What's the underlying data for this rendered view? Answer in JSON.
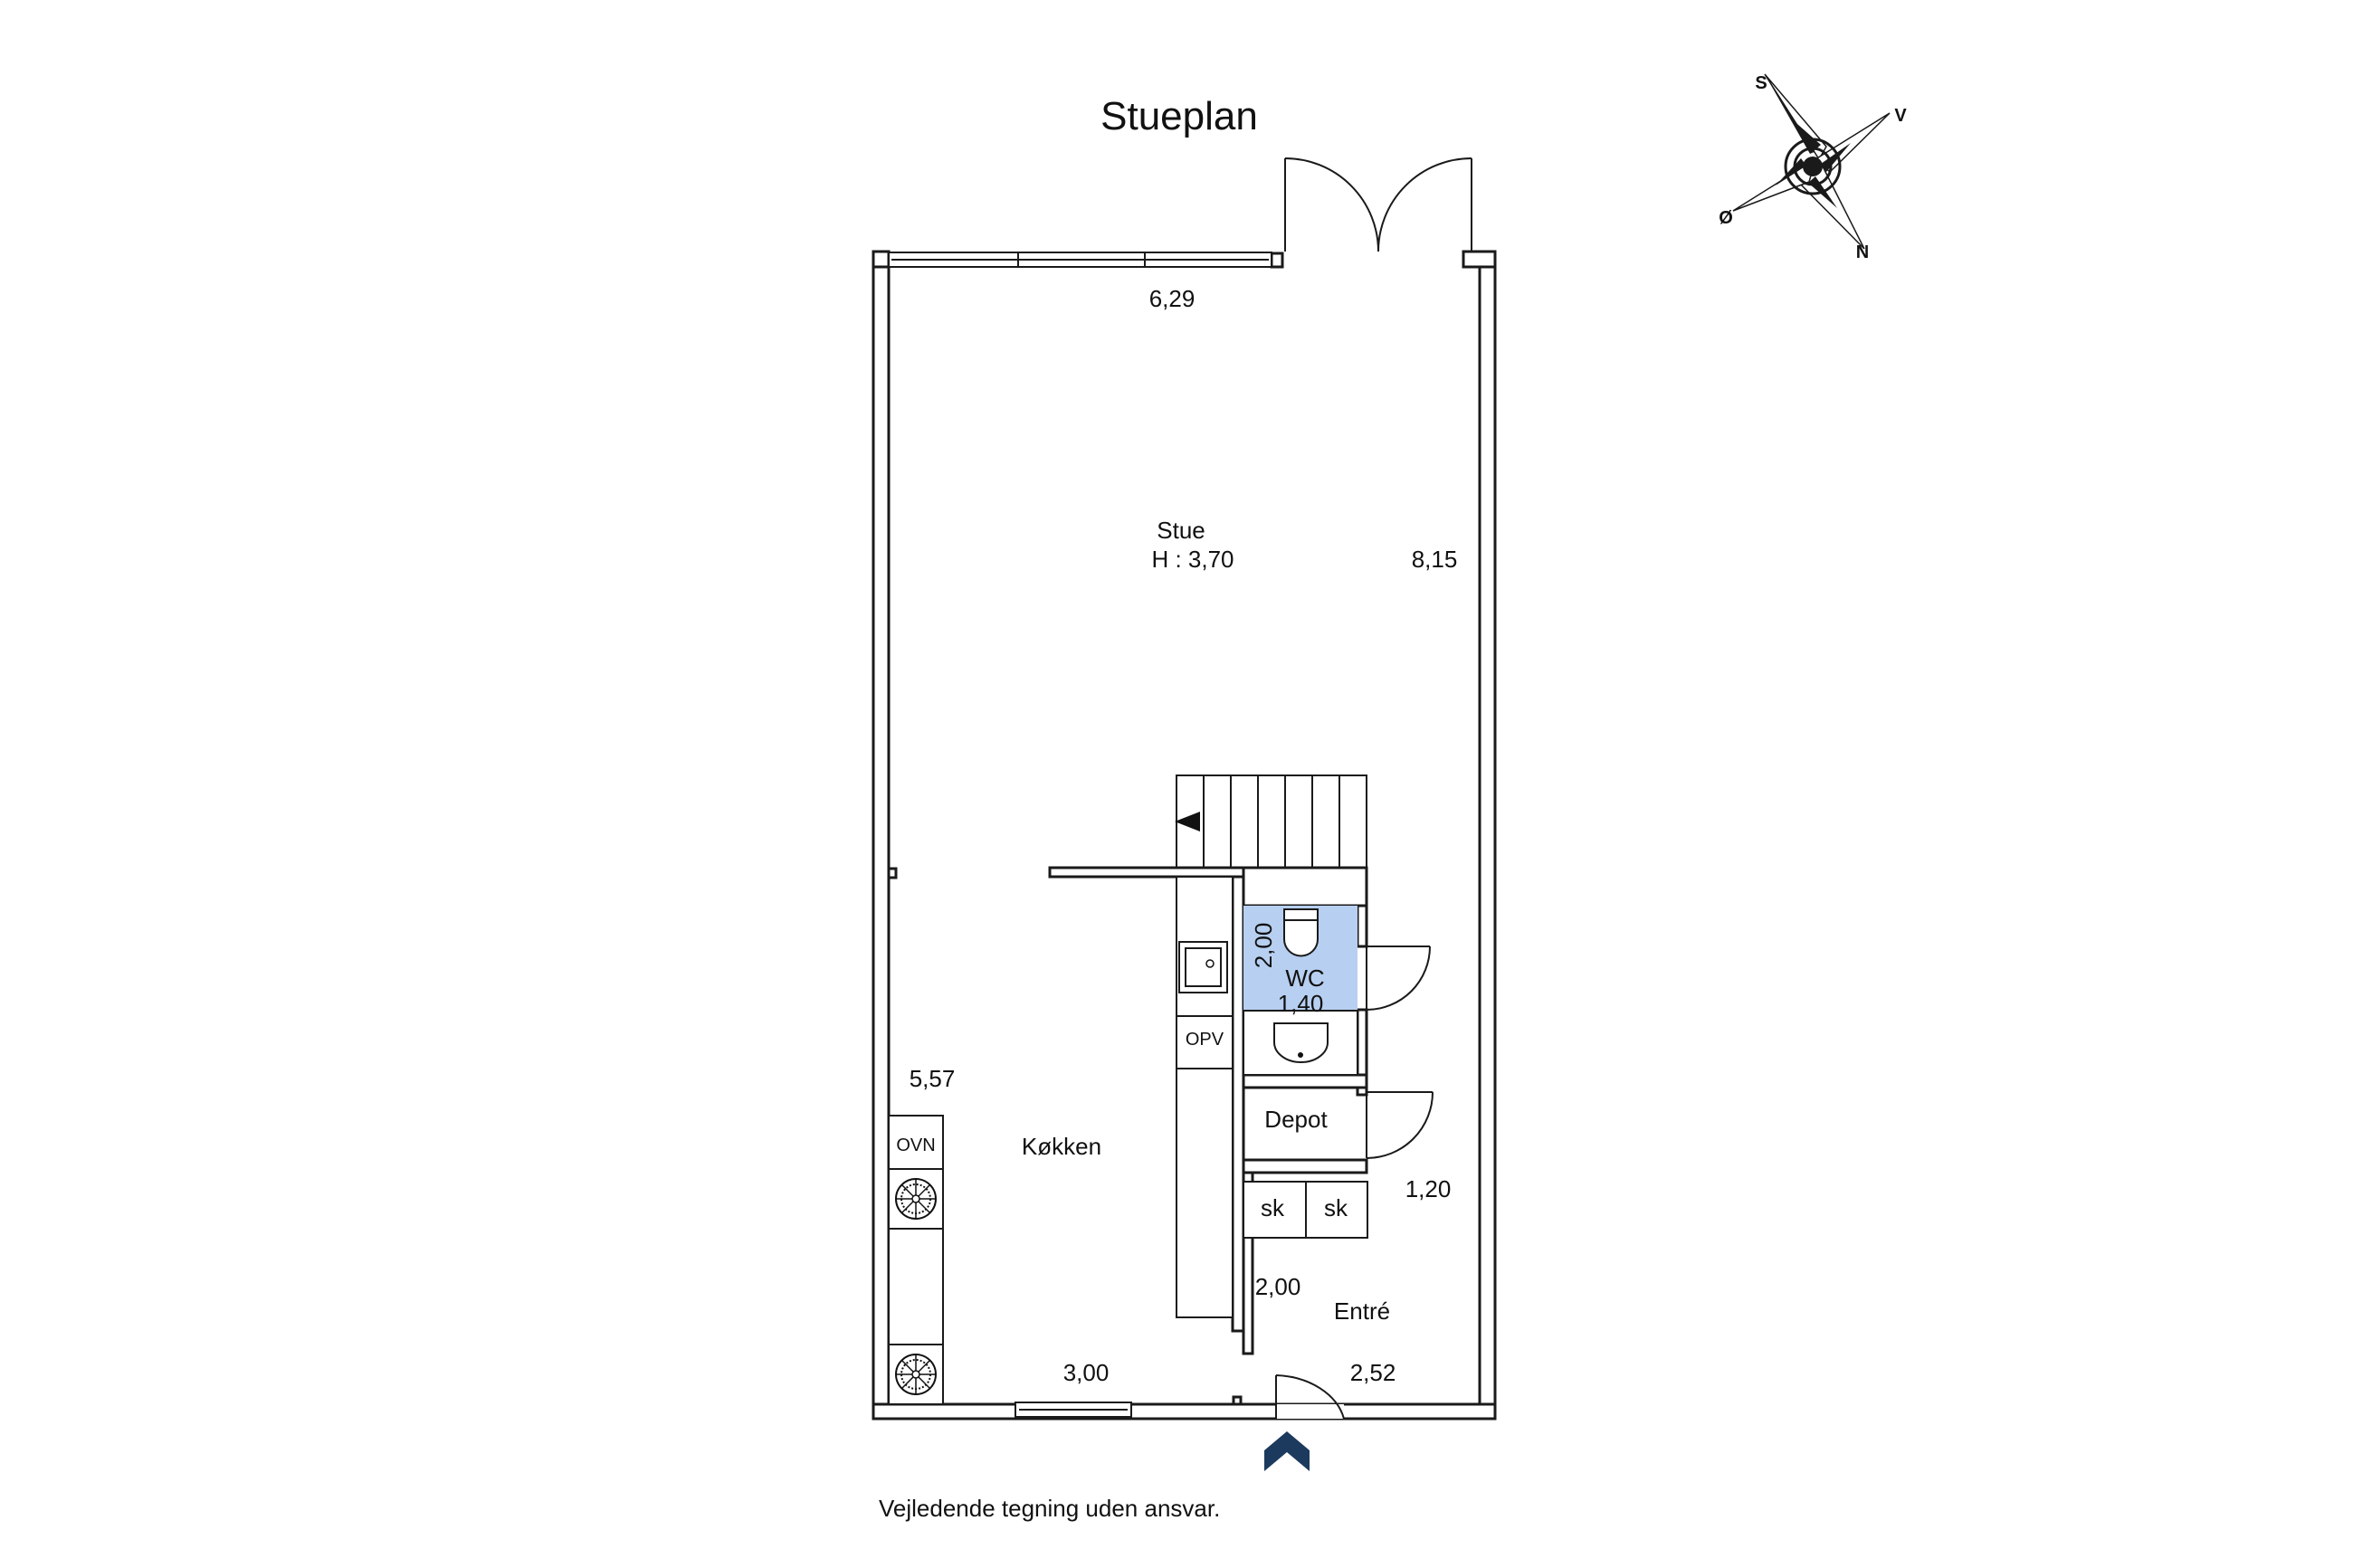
{
  "title": "Stueplan",
  "compass": {
    "s": "S",
    "v": "V",
    "o": "Ø",
    "n": "N"
  },
  "rooms": {
    "stue": {
      "name": "Stue",
      "height": "H : 3,70"
    },
    "wc": {
      "name": "WC",
      "width": "1,40",
      "length": "2,00"
    },
    "depot": {
      "name": "Depot"
    },
    "kokken": {
      "name": "Køkken"
    },
    "entre": {
      "name": "Entré"
    }
  },
  "dimensions": {
    "top_width": "6,29",
    "right_length": "8,15",
    "kitchen_length": "5,57",
    "kitchen_width": "3,00",
    "entre_width": "2,52",
    "entre_length": "2,00",
    "closet_width": "1,20"
  },
  "fixtures": {
    "oven": "OVN",
    "dishwasher": "OPV",
    "closet_1": "sk",
    "closet_2": "sk"
  },
  "entrance_arrow": "entrance-arrow-icon",
  "disclaimer": "Vejledende tegning uden ansvar.",
  "colors": {
    "wc_fill": "#b7cff1",
    "arrow": "#1c3a5e",
    "wall": "#1a1a1a"
  }
}
